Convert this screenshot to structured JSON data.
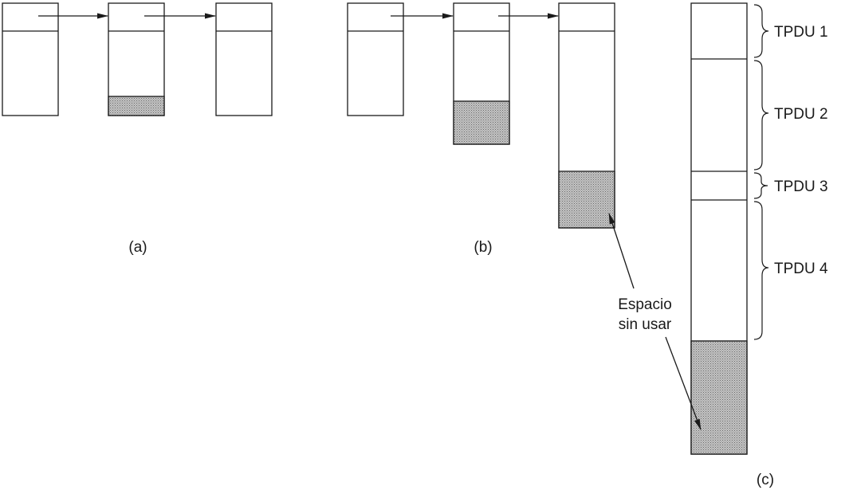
{
  "panels": {
    "a": {
      "caption": "(a)"
    },
    "b": {
      "caption": "(b)"
    },
    "c": {
      "caption": "(c)",
      "tpdu_labels": [
        "TPDU 1",
        "TPDU 2",
        "TPDU 3",
        "TPDU 4"
      ]
    }
  },
  "annotation": {
    "line1": "Espacio",
    "line2": "sin usar"
  },
  "colors": {
    "stroke": "#1a1a1a",
    "shade": "#8c8c8c",
    "background": "#ffffff"
  }
}
